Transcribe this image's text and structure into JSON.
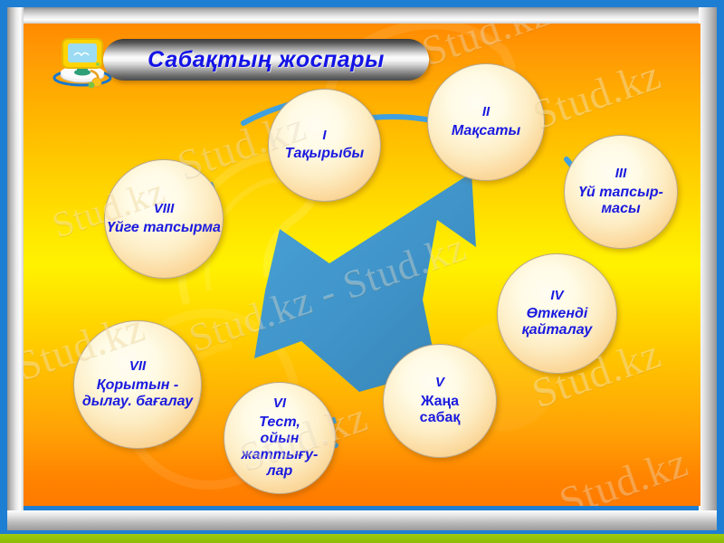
{
  "slide": {
    "title": "Сабақтың  жоспары",
    "icon": "computer-monitor-icon",
    "watermark_text": "Stud.kz",
    "watermark_text_alt": "Stud.kz - Stud.kz",
    "colors": {
      "frame_blue": "#1e7ed3",
      "bottom_strip_green": "#9fc90e",
      "background_top_orange": "#ff8a00",
      "background_mid_yellow": "#fff200",
      "title_text_blue": "#1414e6",
      "node_text_blue": "#1a1ae0",
      "ring_line_blue": "#3fa0e0",
      "arrow_blue": "#3c8fc4",
      "node_fill_light": "#fffdf2",
      "node_fill_edge": "#f6c27a"
    }
  },
  "diagram": {
    "type": "cycle",
    "center_arrow": "large-blue-arrow-pointing-up-right",
    "nodes": [
      {
        "roman": "I",
        "label": "Тақырыбы",
        "style": "italic"
      },
      {
        "roman": "II",
        "label": "Мақсаты",
        "style": "italic"
      },
      {
        "roman": "III",
        "label": "Үй тапсыр-\nмасы",
        "style": "italic"
      },
      {
        "roman": "IV",
        "label": "Өткенді\nқайталау",
        "style": "italic"
      },
      {
        "roman": "V",
        "label": "Жаңа\nсабақ",
        "style": "upright"
      },
      {
        "roman": "VI",
        "label": "Тест,\nойын\nжаттығу-\nлар",
        "style": "italic"
      },
      {
        "roman": "VII",
        "label": "Қорытын -\nдылау. бағалау",
        "style": "italic"
      },
      {
        "roman": "VIII",
        "label": "Үйге тапсырма",
        "style": "italic"
      }
    ]
  }
}
